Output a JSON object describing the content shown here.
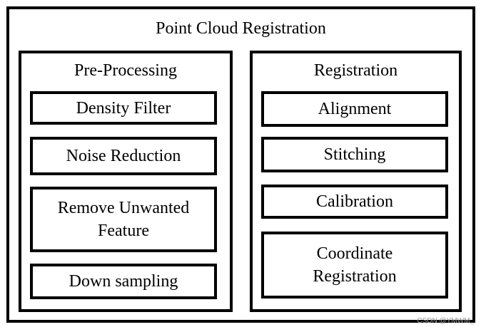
{
  "title": "Point Cloud Registration",
  "groups": [
    {
      "label": "Pre-Processing",
      "items": [
        "Density Filter",
        "Noise Reduction",
        "Remove Unwanted Feature",
        "Down sampling"
      ]
    },
    {
      "label": "Registration",
      "items": [
        "Alignment",
        "Stitching",
        "Calibration",
        "Coordinate Registration"
      ]
    }
  ],
  "watermark": "CSDN @YMWM_"
}
